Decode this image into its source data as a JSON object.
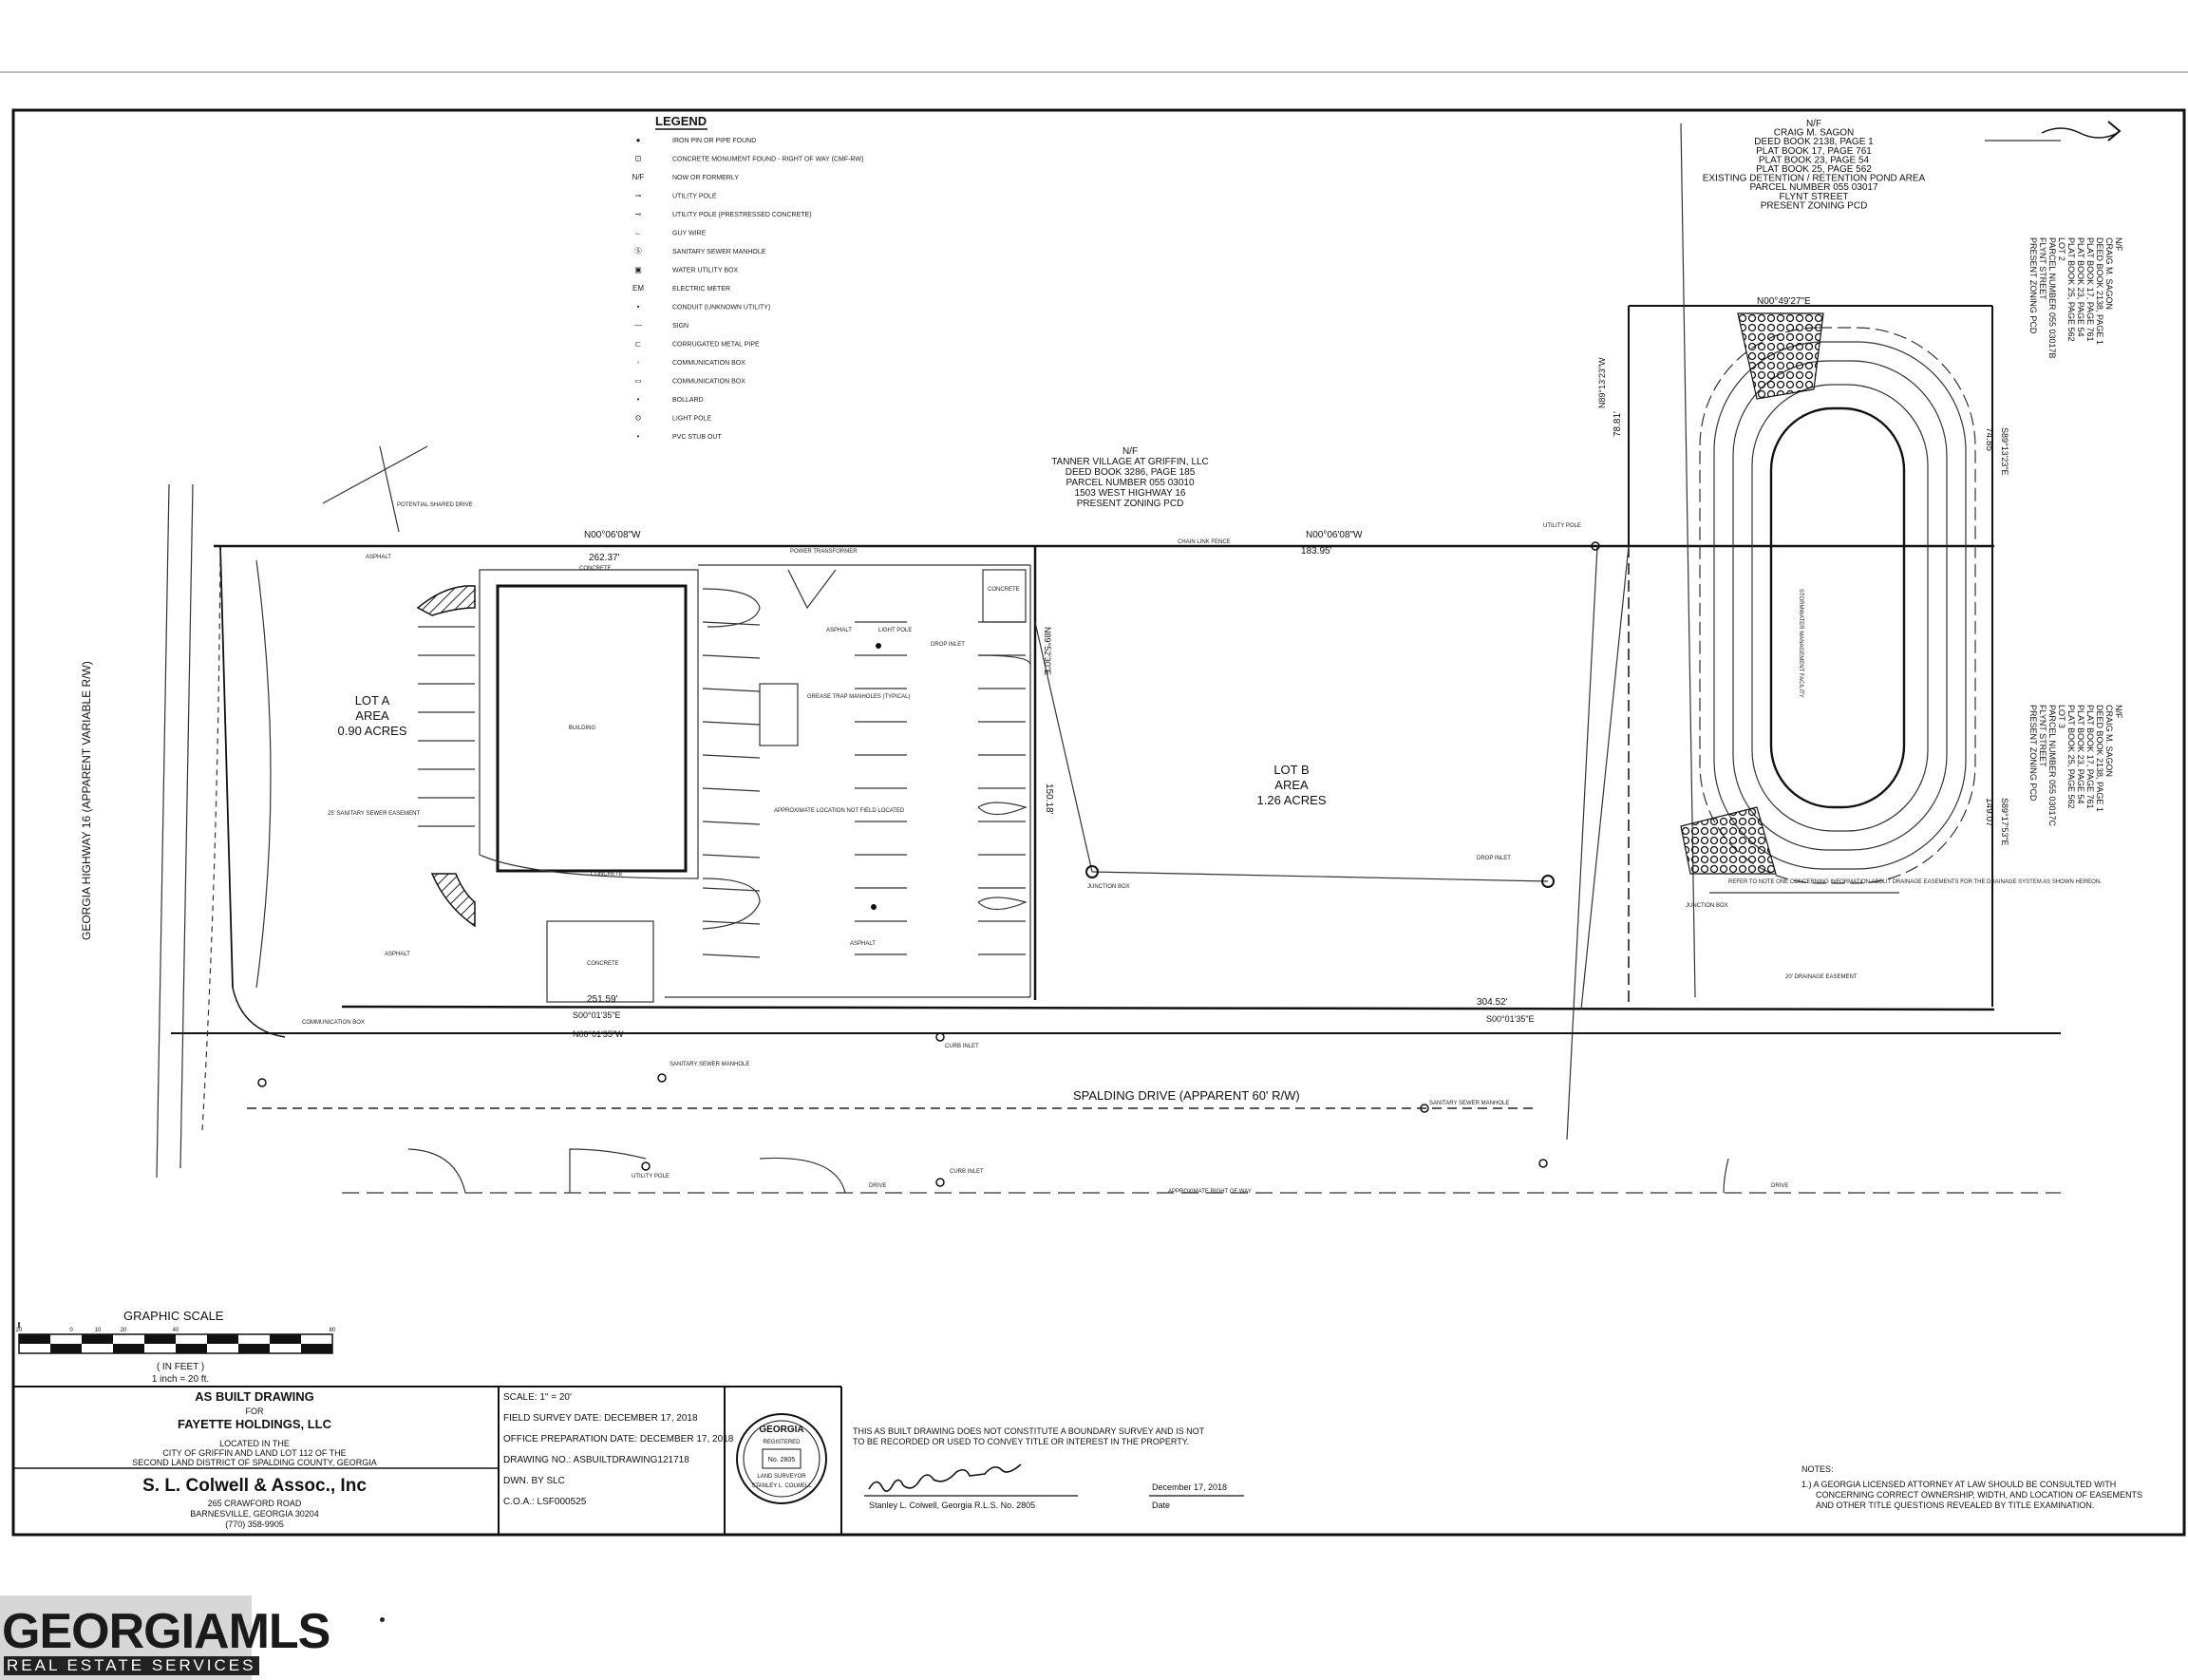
{
  "legend": {
    "title": "LEGEND",
    "items": [
      {
        "symbol": "●",
        "label": "IRON PIN OR PIPE FOUND"
      },
      {
        "symbol": "⊡",
        "label": "CONCRETE MONUMENT FOUND - RIGHT OF WAY (CMF-RW)"
      },
      {
        "symbol": "N/F",
        "label": "NOW OR FORMERLY"
      },
      {
        "symbol": "⊸",
        "label": "UTILITY POLE"
      },
      {
        "symbol": "⊸",
        "label": "UTILITY POLE (PRESTRESSED CONCRETE)"
      },
      {
        "symbol": "←",
        "label": "GUY WIRE"
      },
      {
        "symbol": "Ⓢ",
        "label": "SANITARY SEWER MANHOLE"
      },
      {
        "symbol": "▣",
        "label": "WATER UTILITY BOX"
      },
      {
        "symbol": "EM",
        "label": "ELECTRIC METER"
      },
      {
        "symbol": "•",
        "label": "CONDUIT (UNKNOWN UTILITY)"
      },
      {
        "symbol": "—",
        "label": "SIGN"
      },
      {
        "symbol": "⊏",
        "label": "CORRUGATED METAL PIPE"
      },
      {
        "symbol": "◦",
        "label": "COMMUNICATION BOX"
      },
      {
        "symbol": "▭",
        "label": "COMMUNICATION BOX"
      },
      {
        "symbol": "•",
        "label": "BOLLARD"
      },
      {
        "symbol": "⊙",
        "label": "LIGHT POLE"
      },
      {
        "symbol": "•",
        "label": "PVC STUB OUT"
      }
    ]
  },
  "north_owner": {
    "lines": [
      "N/F",
      "CRAIG M. SAGON",
      "DEED BOOK 2138, PAGE 1",
      "PLAT BOOK 17, PAGE 761",
      "PLAT BOOK 23, PAGE 54",
      "PLAT BOOK 25, PAGE 562",
      "EXISTING DETENTION / RETENTION POND AREA",
      "PARCEL NUMBER 055 03017",
      "FLYNT STREET",
      "PRESENT ZONING PCD"
    ]
  },
  "tanner_owner": {
    "lines": [
      "N/F",
      "TANNER VILLAGE AT GRIFFIN, LLC",
      "DEED BOOK 3286, PAGE 185",
      "PARCEL NUMBER 055 03010",
      "1503 WEST HIGHWAY 16",
      "PRESENT ZONING PCD"
    ]
  },
  "east_owner_1": {
    "lines": [
      "N/F",
      "CRAIG M. SAGON",
      "DEED BOOK 2138, PAGE 1",
      "PLAT BOOK 17, PAGE 761",
      "PLAT BOOK 23, PAGE 54",
      "PLAT BOOK 25, PAGE 562",
      "LOT 2",
      "PARCEL NUMBER 055 03017B",
      "FLYNT STREET",
      "PRESENT ZONING PCD"
    ]
  },
  "east_owner_2": {
    "lines": [
      "N/F",
      "CRAIG M. SAGON",
      "DEED BOOK 2138, PAGE 1",
      "PLAT BOOK 17, PAGE 761",
      "PLAT BOOK 23, PAGE 54",
      "PLAT BOOK 25, PAGE 562",
      "LOT 3",
      "PARCEL NUMBER 055 03017C",
      "FLYNT STREET",
      "PRESENT ZONING PCD"
    ]
  },
  "lots": {
    "lot_a": [
      "LOT A",
      "AREA",
      "0.90 ACRES"
    ],
    "lot_b": [
      "LOT B",
      "AREA",
      "1.26 ACRES"
    ]
  },
  "roads": {
    "highway": "GEORGIA HIGHWAY 16 (APPARENT VARIABLE R/W)",
    "spalding": "SPALDING DRIVE (APPARENT 60' R/W)",
    "approx_row": "APPROXIMATE RIGHT OF WAY"
  },
  "bearings": {
    "north_west": "N00°06'08\"W",
    "north_west_dist": "262.37'",
    "north_east": "N00°06'08\"W",
    "north_east_dist": "183.95'",
    "south_a": "S00°01'35\"E",
    "south_a_dist": "251.59'",
    "south_a2": "N00°01'35\"W",
    "south_b": "S00°01'35\"E",
    "south_b_dist": "304.52'",
    "divider": "N89°52'30\"E",
    "divider_dist": "150.18'",
    "east_top": "N00°49'27\"E",
    "east_side_1": "N89°13'23\"W",
    "east_side_1_dist": "78.81'",
    "east_side_2": "S89°17'53\"E",
    "east_side_2_dist": "149.07'",
    "east_side_3": "S89°13'23\"E",
    "east_side_3_dist": "74.85'"
  },
  "features": {
    "building": "BUILDING",
    "concrete": "CONCRETE",
    "asphalt": "ASPHALT",
    "power_transformer": "POWER TRANSFORMER",
    "light_pole": "LIGHT POLE",
    "grease_trap": "GREASE TRAP MANHOLES (TYPICAL)",
    "drop_inlet": "DROP INLET",
    "junction_box": "JUNCTION BOX",
    "stormwater": "STORMWATER MANAGEMENT FACILITY",
    "chain_link": "CHAIN LINK FENCE",
    "sewer_easement": "25' SANITARY SEWER EASEMENT",
    "drainage_easement": "20' DRAINAGE EASEMENT",
    "approx_location": "APPROXIMATE LOCATION NOT FIELD LOCATED",
    "potential_drive": "POTENTIAL SHARED DRIVE",
    "sewer_manhole": "SANITARY SEWER MANHOLE",
    "curb_inlet": "CURB INLET",
    "utility_pole": "UTILITY POLE",
    "communication_box": "COMMUNICATION BOX",
    "drive": "DRIVE",
    "tax_note": "REFER TO NOTE ONE CONCERNING INFORMATION ABOUT DRAINAGE EASEMENTS FOR THE DRAINAGE SYSTEM AS SHOWN HEREON."
  },
  "graphic_scale": {
    "title": "GRAPHIC SCALE",
    "ticks": [
      "20",
      "0",
      "10",
      "20",
      "40",
      "80"
    ],
    "unit_line": "( IN FEET )",
    "ratio": "1 inch = 20 ft."
  },
  "title_block": {
    "heading": "AS BUILT DRAWING",
    "for": "FOR",
    "client": "FAYETTE HOLDINGS, LLC",
    "location": [
      "LOCATED IN THE",
      "CITY OF GRIFFIN AND LAND LOT 112 OF THE",
      "SECOND LAND DISTRICT OF SPALDING COUNTY, GEORGIA"
    ],
    "firm": "S. L. Colwell & Assoc., Inc",
    "address": [
      "265 CRAWFORD ROAD",
      "BARNESVILLE, GEORGIA 30204",
      "(770) 358-9905"
    ],
    "scale": "SCALE: 1\" = 20'",
    "field_date": "FIELD SURVEY DATE: DECEMBER 17, 2018",
    "office_date": "OFFICE PREPARATION DATE: DECEMBER 17, 2018",
    "drawing_no": "DRAWING NO.: ASBUILTDRAWING121718",
    "dwn_by": "DWN. BY SLC",
    "coa": "C.O.A.: LSF000525",
    "seal_lines": [
      "GEORGIA",
      "REGISTERED",
      "No. 2805",
      "LAND SURVEYOR",
      "STANLEY L. COLWELL"
    ],
    "disclaimer": [
      "THIS AS BUILT DRAWING DOES NOT CONSTITUTE A BOUNDARY SURVEY AND IS NOT",
      "TO BE RECORDED OR USED TO CONVEY TITLE OR INTEREST IN THE PROPERTY."
    ],
    "surveyor": "Stanley L. Colwell, Georgia R.L.S. No. 2805",
    "sign_date": "December 17, 2018",
    "date_label": "Date",
    "notes_title": "NOTES:",
    "notes": [
      "1.) A GEORGIA LICENSED ATTORNEY AT LAW SHOULD BE CONSULTED WITH",
      "CONCERNING CORRECT OWNERSHIP, WIDTH, AND LOCATION OF EASEMENTS",
      "AND OTHER TITLE QUESTIONS REVEALED BY TITLE EXAMINATION."
    ]
  },
  "watermark": {
    "main": "GEORGIAMLS",
    "sub": "REAL ESTATE SERVICES"
  }
}
